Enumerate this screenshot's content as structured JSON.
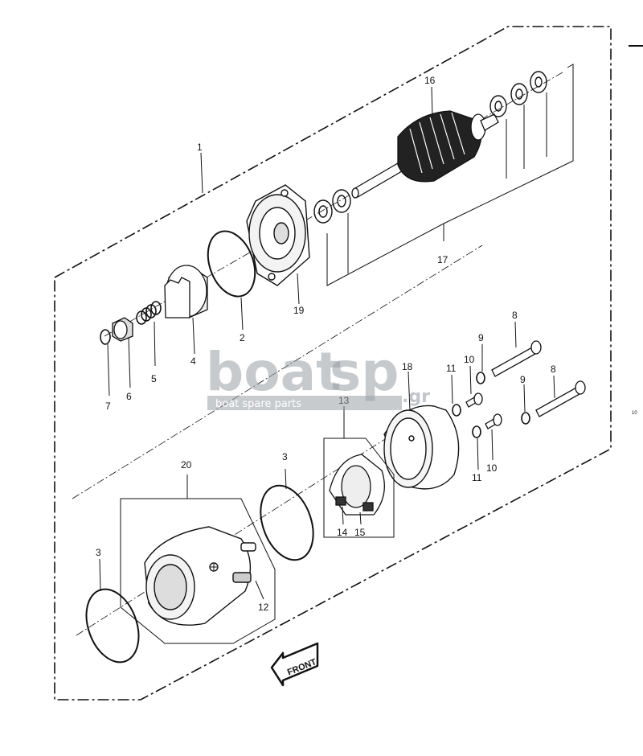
{
  "diagram": {
    "callouts": {
      "c1": "1",
      "c2": "2",
      "c3a": "3",
      "c3b": "3",
      "c4": "4",
      "c5": "5",
      "c6": "6",
      "c7": "7",
      "c8a": "8",
      "c8b": "8",
      "c9a": "9",
      "c9b": "9",
      "c10a": "10",
      "c10b": "10",
      "c11a": "11",
      "c11b": "11",
      "c12": "12",
      "c13": "13",
      "c14": "14",
      "c15": "15",
      "c16": "16",
      "c17": "17",
      "c18": "18",
      "c19": "19",
      "c20": "20"
    },
    "front_label": "FRONT",
    "edge_mark": "10"
  },
  "watermark": {
    "word1": "boat",
    "word2": "sp",
    "suffix": ".gr",
    "tagline": "boat spare parts"
  },
  "colors": {
    "ink": "#111111",
    "watermark": "#9aa0a6",
    "background": "#ffffff"
  }
}
